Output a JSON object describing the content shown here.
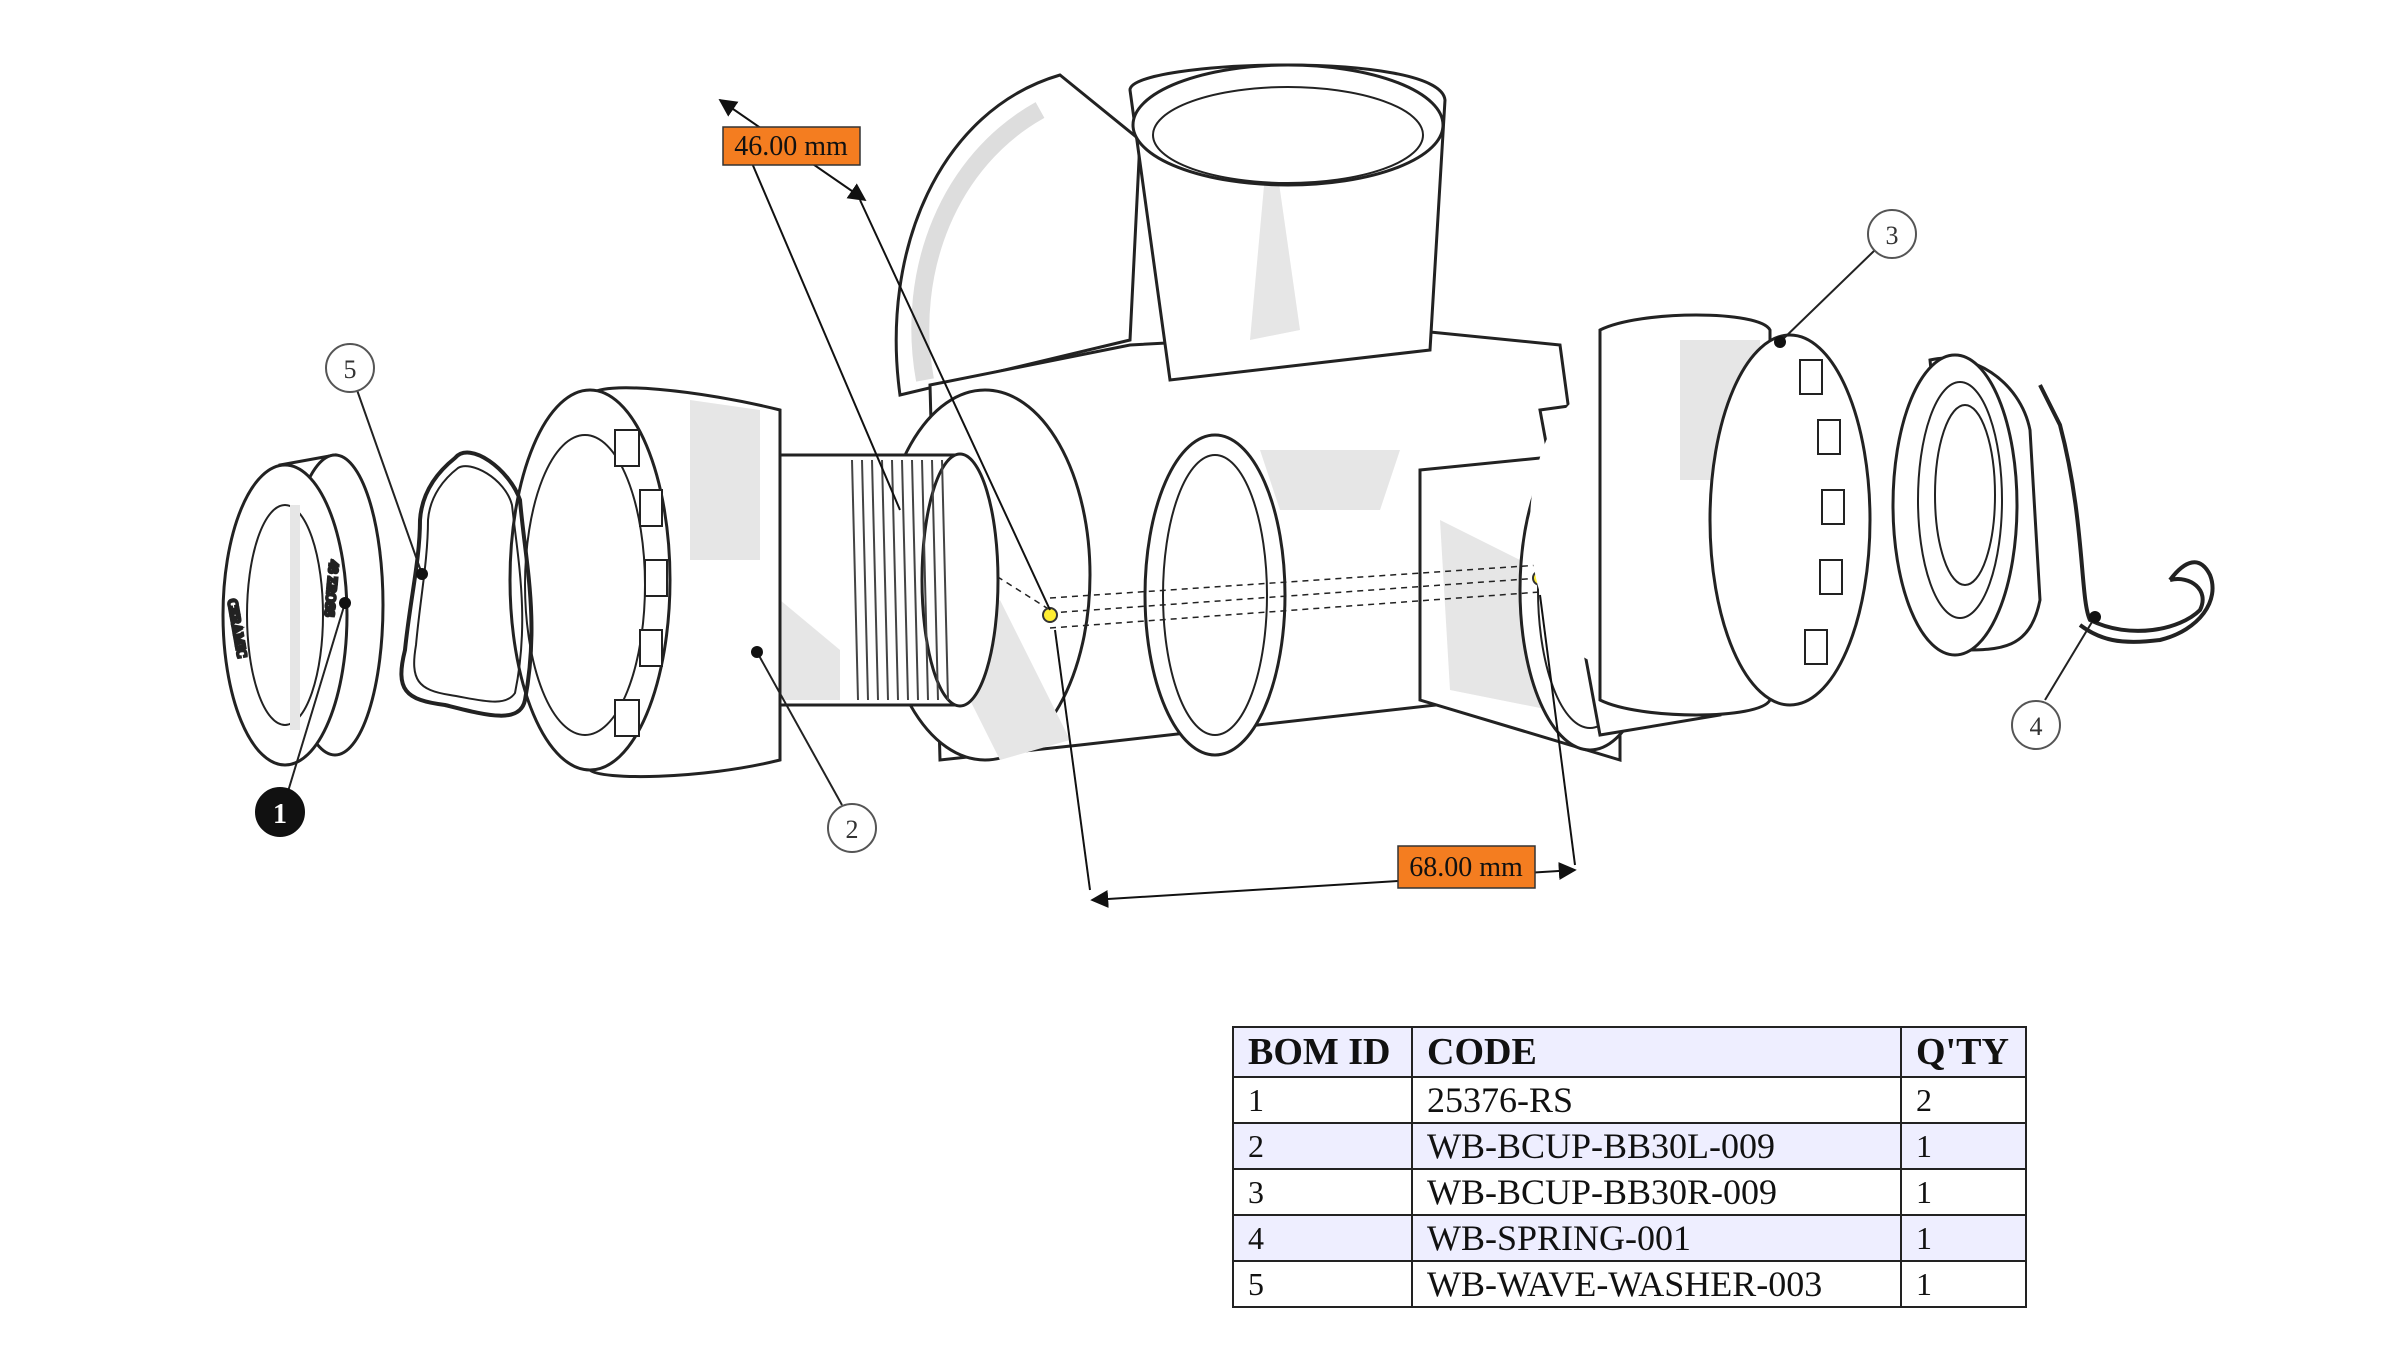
{
  "dimensions": [
    {
      "id": "diameter",
      "text": "46.00 mm",
      "bg": "#f47d20"
    },
    {
      "id": "width",
      "text": "68.00 mm",
      "bg": "#f47d20"
    }
  ],
  "callouts": [
    {
      "id": "1",
      "filled": true
    },
    {
      "id": "2",
      "filled": false
    },
    {
      "id": "3",
      "filled": false
    },
    {
      "id": "4",
      "filled": false
    },
    {
      "id": "5",
      "filled": false
    }
  ],
  "bearing_print": {
    "left": "CERAMIC",
    "right": "48 ZROSS"
  },
  "bom": {
    "headers": [
      "BOM ID",
      "CODE",
      "Q'TY"
    ],
    "rows": [
      {
        "id": "1",
        "code": "25376-RS",
        "qty": "2"
      },
      {
        "id": "2",
        "code": "WB-BCUP-BB30L-009",
        "qty": "1"
      },
      {
        "id": "3",
        "code": "WB-BCUP-BB30R-009",
        "qty": "1"
      },
      {
        "id": "4",
        "code": "WB-SPRING-001",
        "qty": "1"
      },
      {
        "id": "5",
        "code": "WB-WAVE-WASHER-003",
        "qty": "1"
      }
    ],
    "row_highlight": "#eeeeff"
  },
  "colors": {
    "shade": "#e6e6e6",
    "line": "#222222",
    "point": "#ffee33"
  }
}
